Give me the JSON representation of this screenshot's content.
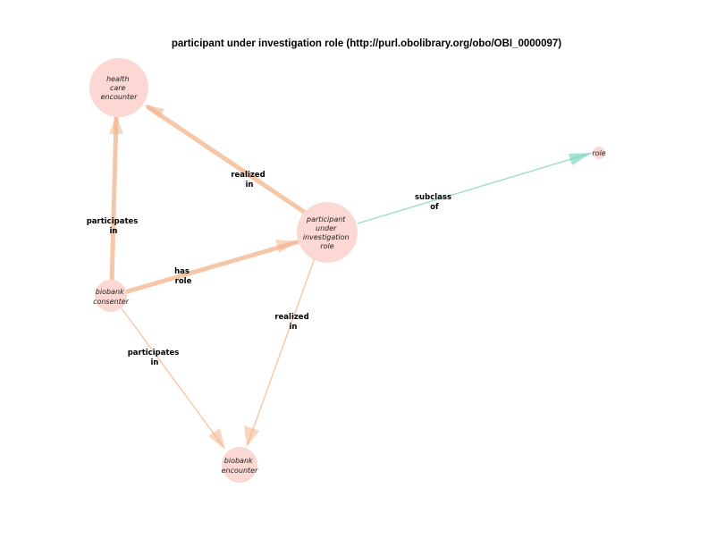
{
  "title": "participant under investigation role (http://purl.obolibrary.org/obo/OBI_0000097)",
  "colors": {
    "node_fill": "#fbd8d3",
    "edge_realized": "#f2b48a",
    "edge_subclass": "#7fd6bf"
  },
  "nodes": {
    "health_care_encounter": [
      "health",
      "care",
      "encounter"
    ],
    "participant_under_investigation_role": [
      "participant",
      "under",
      "investigation",
      "role"
    ],
    "role": [
      "role"
    ],
    "biobank_consenter": [
      "biobank",
      "consenter"
    ],
    "biobank_encounter": [
      "biobank",
      "encounter"
    ]
  },
  "edges": {
    "puir_realized_in_hce": [
      "realized",
      "in"
    ],
    "puir_subclass_of_role": [
      "subclass",
      "of"
    ],
    "bc_participates_in_hce": [
      "participates",
      "in"
    ],
    "bc_has_role_puir": [
      "has",
      "role"
    ],
    "puir_realized_in_be": [
      "realized",
      "in"
    ],
    "bc_participates_in_be": [
      "participates",
      "in"
    ]
  }
}
